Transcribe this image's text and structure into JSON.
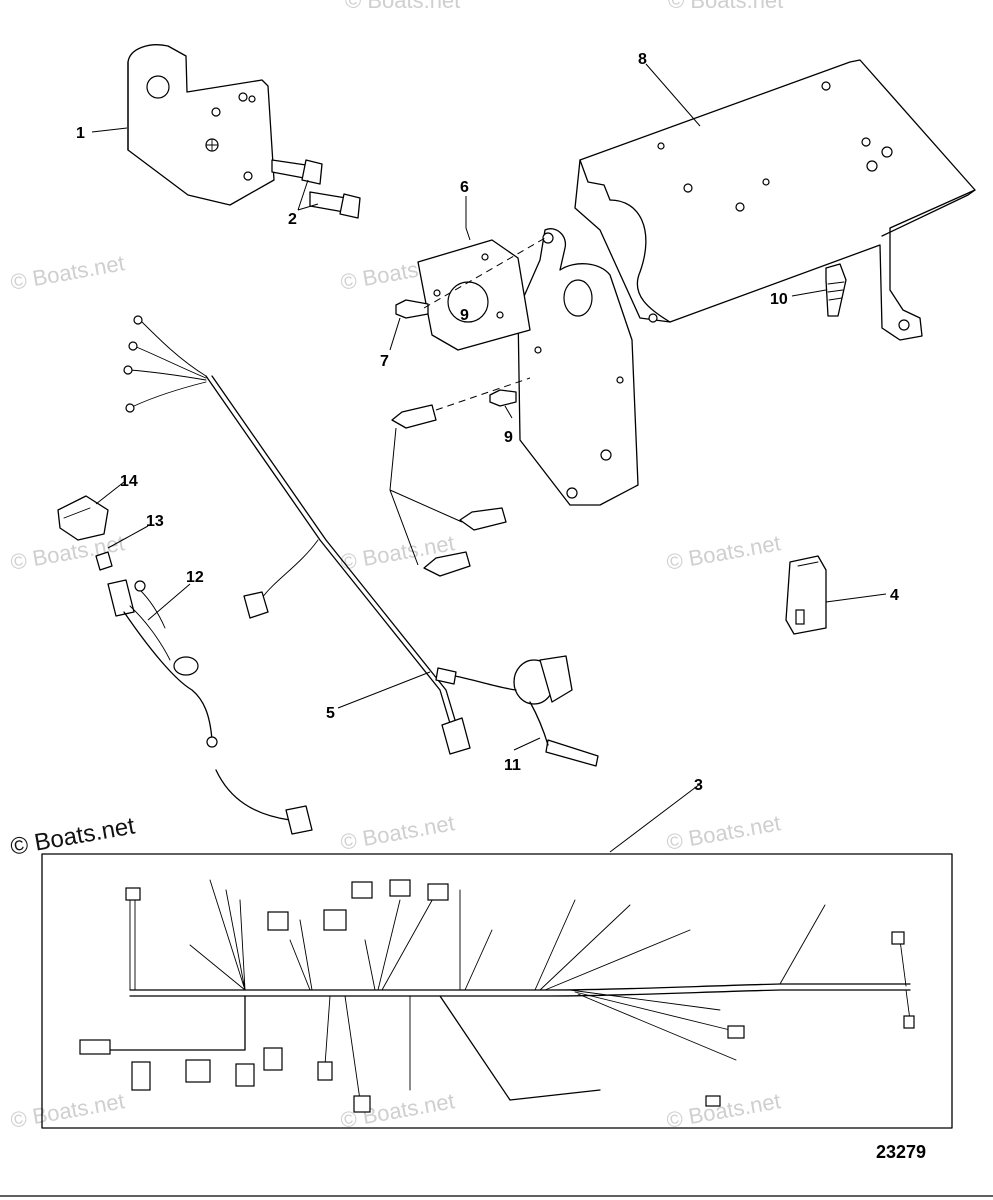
{
  "callouts": {
    "c1": "1",
    "c2": "2",
    "c3": "3",
    "c4": "4",
    "c5": "5",
    "c6": "6",
    "c7": "7",
    "c8": "8",
    "c9a": "9",
    "c9b": "9",
    "c10": "10",
    "c11": "11",
    "c12": "12",
    "c13": "13",
    "c14": "14"
  },
  "figure_number": "23279",
  "watermark": {
    "text": "© Boats.net",
    "prominent_text": "© Boats.net"
  },
  "colors": {
    "line": "#000000",
    "background": "#ffffff",
    "watermark": "#cfcfcf"
  }
}
